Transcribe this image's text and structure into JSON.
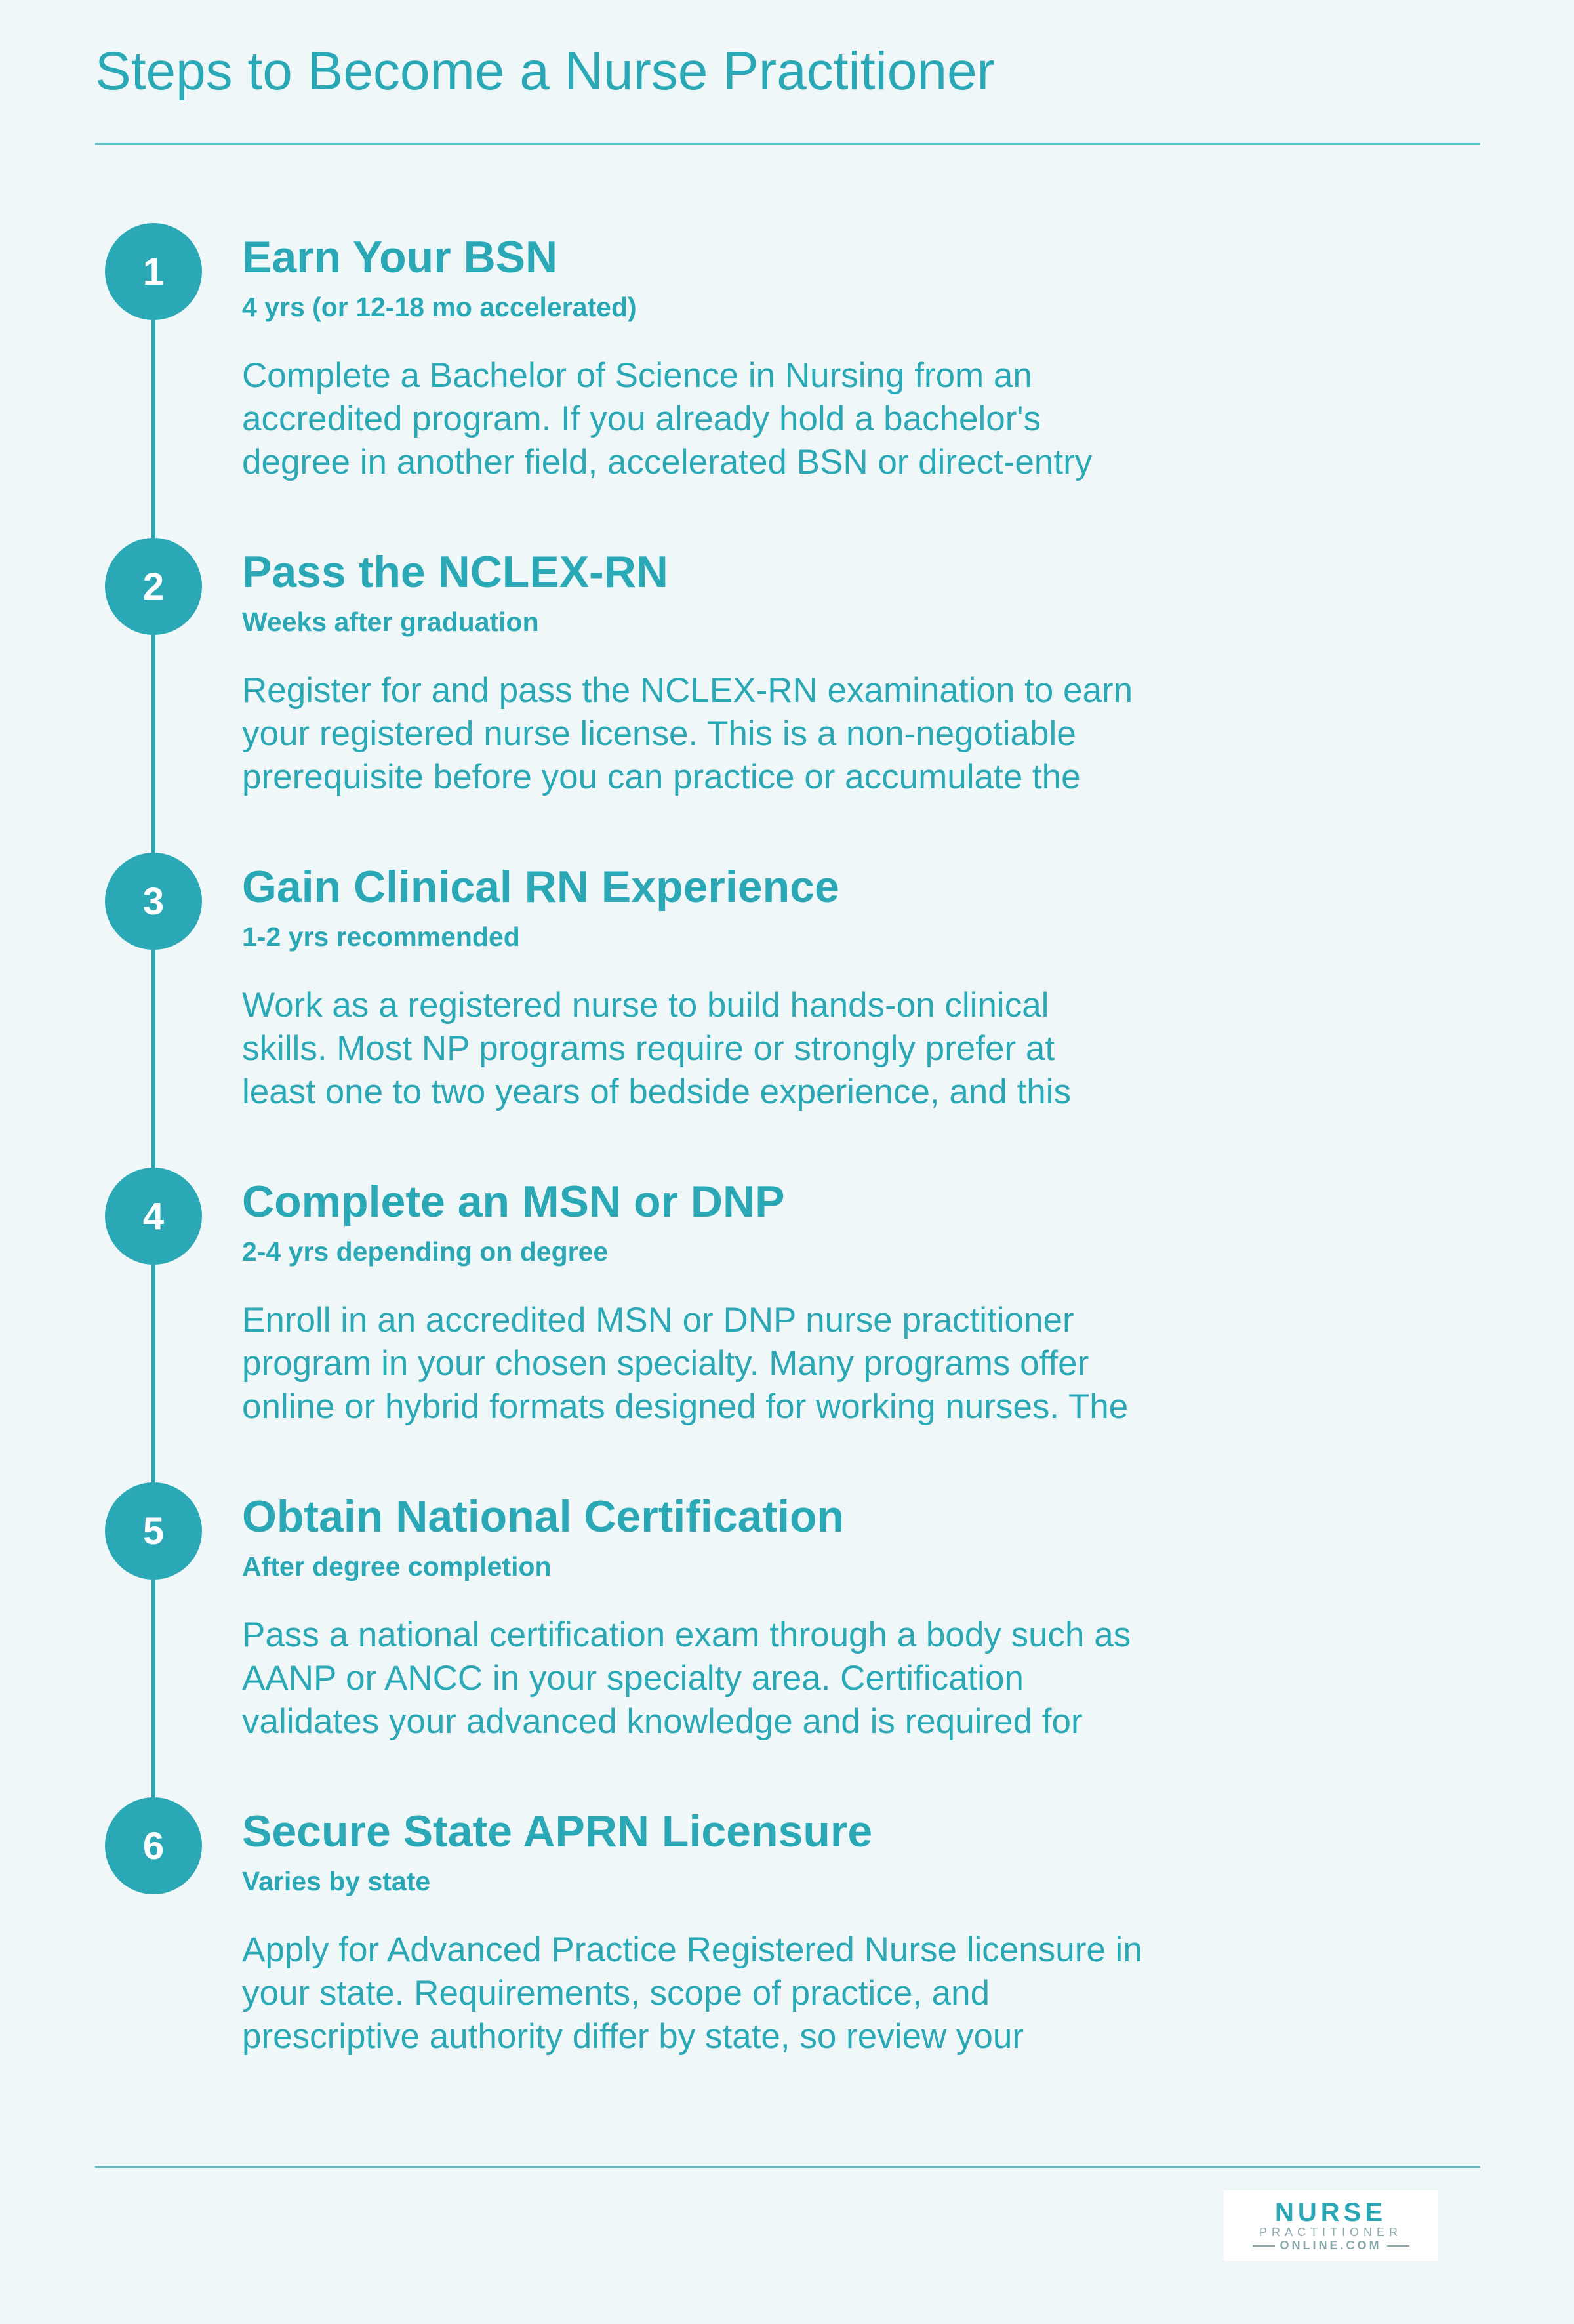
{
  "header": {
    "title": "Steps to Become a Nurse Practitioner"
  },
  "steps": [
    {
      "number": "1",
      "title": "Earn Your BSN",
      "duration": "4 yrs (or 12-18 mo accelerated)",
      "description_lines": [
        "Complete a Bachelor of Science in Nursing from an",
        "accredited program. If you already hold a bachelor's",
        "degree in another field, accelerated BSN or direct-entry"
      ]
    },
    {
      "number": "2",
      "title": "Pass the NCLEX-RN",
      "duration": "Weeks after graduation",
      "description_lines": [
        "Register for and pass the NCLEX-RN examination to earn",
        "your registered nurse license. This is a non-negotiable",
        "prerequisite before you can practice or accumulate the"
      ]
    },
    {
      "number": "3",
      "title": "Gain Clinical RN Experience",
      "duration": "1-2 yrs recommended",
      "description_lines": [
        "Work as a registered nurse to build hands-on clinical",
        "skills. Most NP programs require or strongly prefer at",
        "least one to two years of bedside experience, and this"
      ]
    },
    {
      "number": "4",
      "title": "Complete an MSN or DNP",
      "duration": "2-4 yrs depending on degree",
      "description_lines": [
        "Enroll in an accredited MSN or DNP nurse practitioner",
        "program in your chosen specialty. Many programs offer",
        "online or hybrid formats designed for working nurses. The"
      ]
    },
    {
      "number": "5",
      "title": "Obtain National Certification",
      "duration": "After degree completion",
      "description_lines": [
        "Pass a national certification exam through a body such as",
        "AANP or ANCC in your specialty area. Certification",
        "validates your advanced knowledge and is required for"
      ]
    },
    {
      "number": "6",
      "title": "Secure State APRN Licensure",
      "duration": "Varies by state",
      "description_lines": [
        "Apply for Advanced Practice Registered Nurse licensure in",
        "your state. Requirements, scope of practice, and",
        "prescriptive authority differ by state, so review your"
      ]
    }
  ],
  "logo": {
    "main": "NURSE",
    "sub": "PRACTITIONER",
    "domain": "ONLINE.COM"
  },
  "colors": {
    "accent": "#2aa8b6",
    "background": "#eff7f8"
  }
}
